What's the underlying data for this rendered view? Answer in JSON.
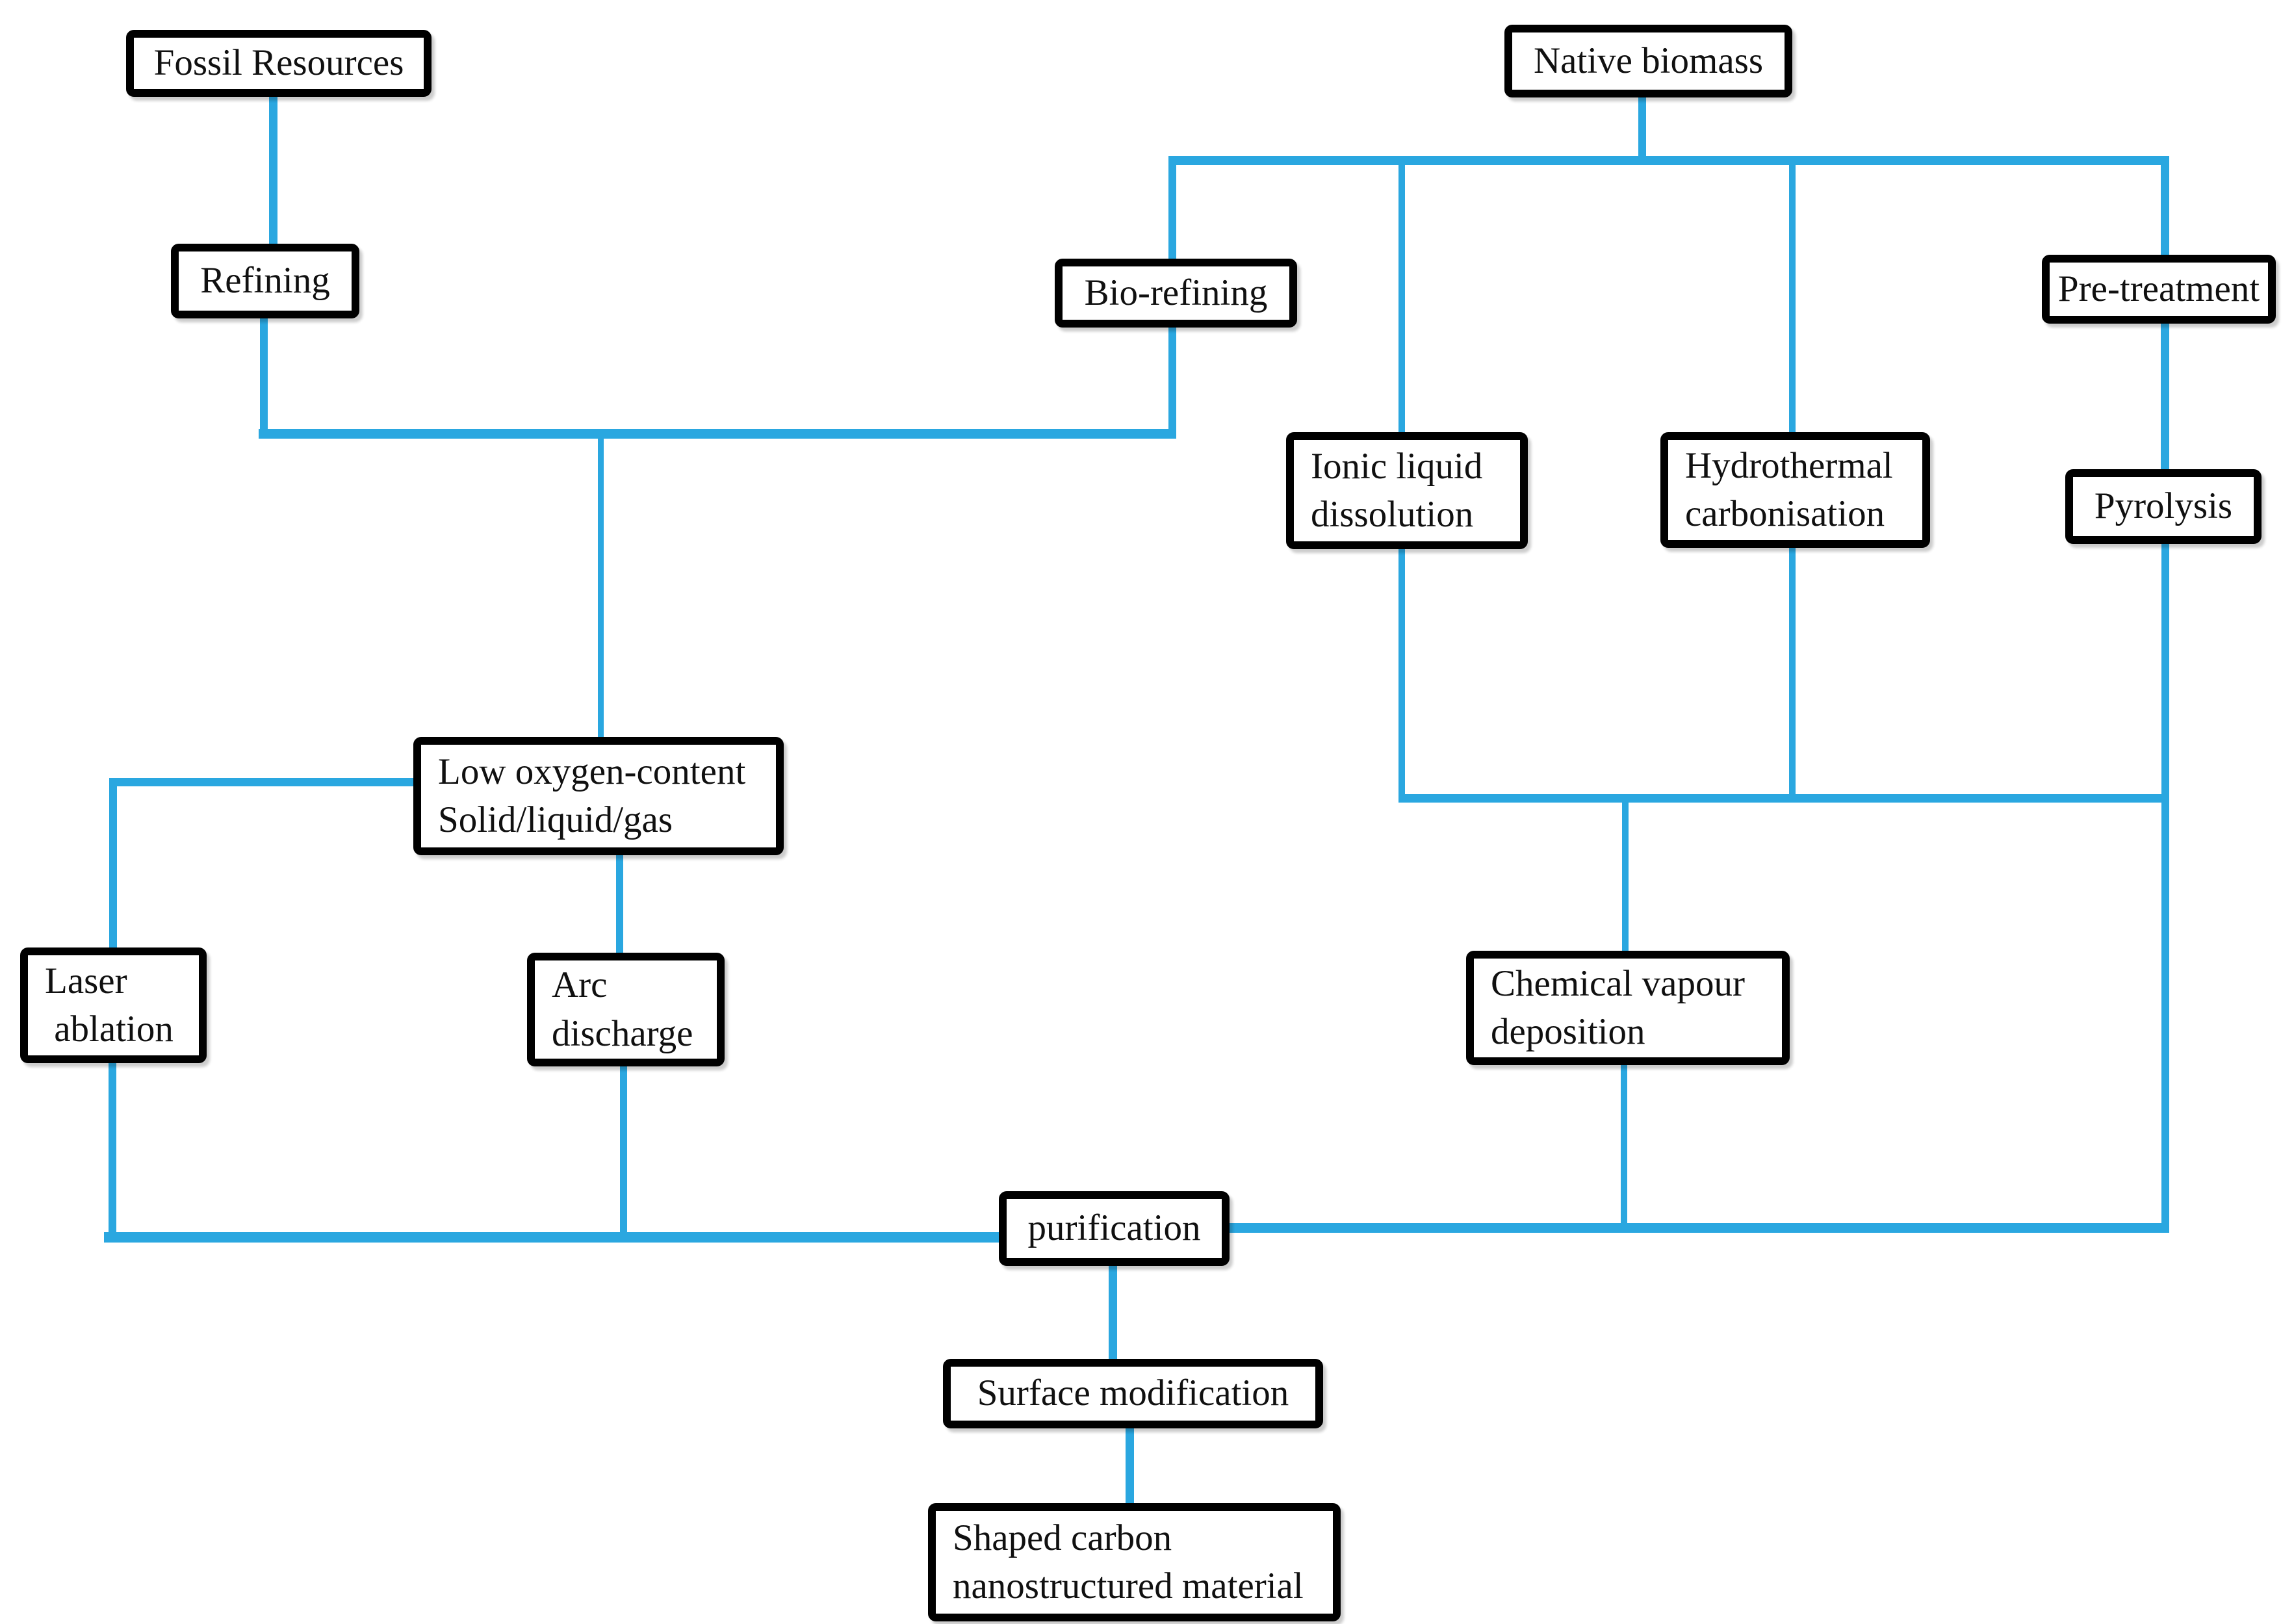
{
  "colors": {
    "connector": "#2AA7E0",
    "box_border": "#000000",
    "box_bg": "#FFFFFF",
    "text": "#101010",
    "background": "#FFFFFF"
  },
  "nodes": {
    "fossil": {
      "label": "Fossil Resources"
    },
    "native": {
      "label": "Native biomass"
    },
    "refining": {
      "label": "Refining"
    },
    "biorefining": {
      "label": "Bio-refining"
    },
    "pretreatment": {
      "label": "Pre-treatment"
    },
    "ionic": {
      "label": "Ionic liquid\ndissolution"
    },
    "hydrothermal": {
      "label": "Hydrothermal\ncarbonisation"
    },
    "pyrolysis": {
      "label": "Pyrolysis"
    },
    "lowoxygen": {
      "label": "Low oxygen-content\nSolid/liquid/gas"
    },
    "laser": {
      "label": "Laser\n ablation"
    },
    "arc": {
      "label": "Arc\ndischarge"
    },
    "cvd": {
      "label": "Chemical vapour\ndeposition"
    },
    "purification": {
      "label": "purification"
    },
    "surface": {
      "label": "Surface modification"
    },
    "shaped": {
      "label": "Shaped carbon\nnanostructured material"
    }
  },
  "edges": [
    {
      "from": "fossil",
      "to": "refining"
    },
    {
      "from": "refining",
      "to": "lowoxygen"
    },
    {
      "from": "biorefining",
      "to": "lowoxygen"
    },
    {
      "from": "native",
      "to": "biorefining"
    },
    {
      "from": "native",
      "to": "ionic"
    },
    {
      "from": "native",
      "to": "hydrothermal"
    },
    {
      "from": "native",
      "to": "pretreatment"
    },
    {
      "from": "pretreatment",
      "to": "pyrolysis"
    },
    {
      "from": "ionic",
      "to": "cvd"
    },
    {
      "from": "hydrothermal",
      "to": "cvd"
    },
    {
      "from": "pyrolysis",
      "to": "cvd"
    },
    {
      "from": "lowoxygen",
      "to": "laser"
    },
    {
      "from": "lowoxygen",
      "to": "arc"
    },
    {
      "from": "laser",
      "to": "purification"
    },
    {
      "from": "arc",
      "to": "purification"
    },
    {
      "from": "cvd",
      "to": "purification"
    },
    {
      "from": "pyrolysis",
      "to": "purification"
    },
    {
      "from": "purification",
      "to": "surface"
    },
    {
      "from": "surface",
      "to": "shaped"
    }
  ]
}
